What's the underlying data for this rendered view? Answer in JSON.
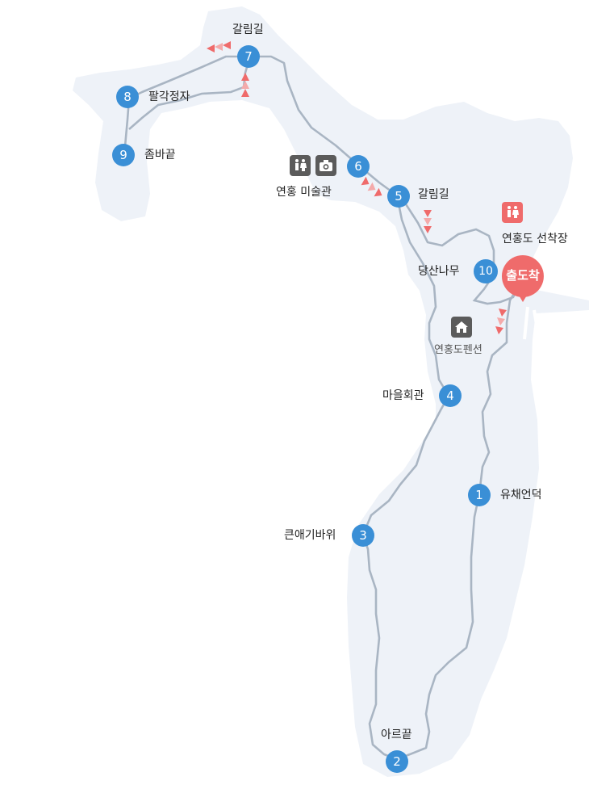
{
  "spots": [
    {
      "num": "1",
      "name": "유채언덕"
    },
    {
      "num": "2",
      "name": "아르끝"
    },
    {
      "num": "3",
      "name": "큰애기바위"
    },
    {
      "num": "4",
      "name": "마을회관"
    },
    {
      "num": "5",
      "name": "갈림길"
    },
    {
      "num": "6",
      "name": "연홍 미술관"
    },
    {
      "num": "7",
      "name": "갈림길"
    },
    {
      "num": "8",
      "name": "팔각정자"
    },
    {
      "num": "9",
      "name": "좀바끝"
    },
    {
      "num": "10",
      "name": "당산나무"
    }
  ],
  "start": {
    "label": "출도착"
  },
  "pier": {
    "label": "연홍도 선착장"
  },
  "pension": {
    "label": "연홍도펜션"
  },
  "colors": {
    "land": "#eef2f8",
    "route": "#a9b5c3",
    "marker": "#3a8fd6",
    "accent": "#ef6b6b"
  },
  "icons": [
    "restroom-icon",
    "camera-icon",
    "house-icon",
    "map-pin-icon",
    "direction-arrow-icon"
  ]
}
